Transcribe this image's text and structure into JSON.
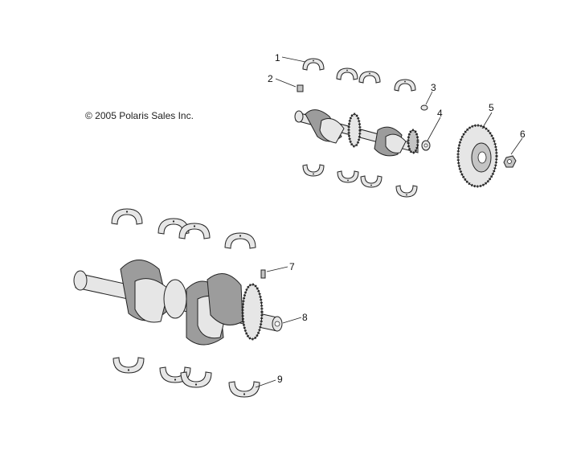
{
  "copyright": "© 2005 Polaris Sales Inc.",
  "callouts": [
    {
      "number": "1"
    },
    {
      "number": "2"
    },
    {
      "number": "3"
    },
    {
      "number": "4"
    },
    {
      "number": "5"
    },
    {
      "number": "6"
    },
    {
      "number": "7"
    },
    {
      "number": "8"
    },
    {
      "number": "9"
    }
  ]
}
